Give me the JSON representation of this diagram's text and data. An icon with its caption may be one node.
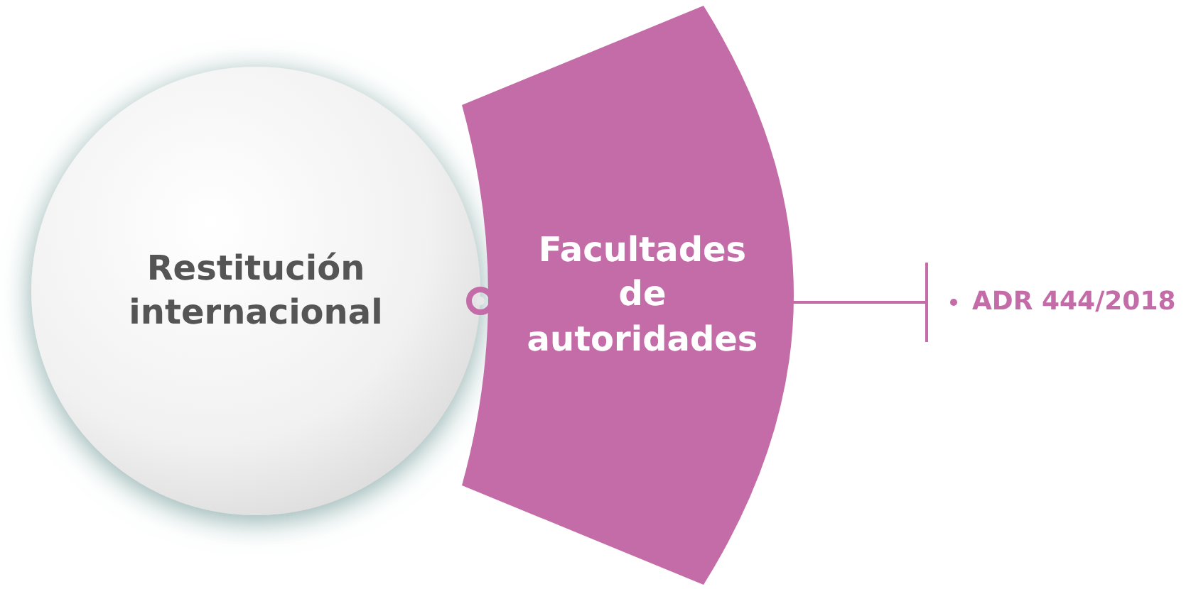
{
  "diagram": {
    "nodes": [
      {
        "text": [
          "Restitución internacional"
        ]
      },
      {
        "text": [
          "Facultades de autoridades"
        ]
      },
      {
        "text": [
          "ADR 444/2018"
        ]
      }
    ],
    "edges": [
      {
        "from": 1,
        "to": 2,
        "arrow": "other"
      }
    ]
  }
}
